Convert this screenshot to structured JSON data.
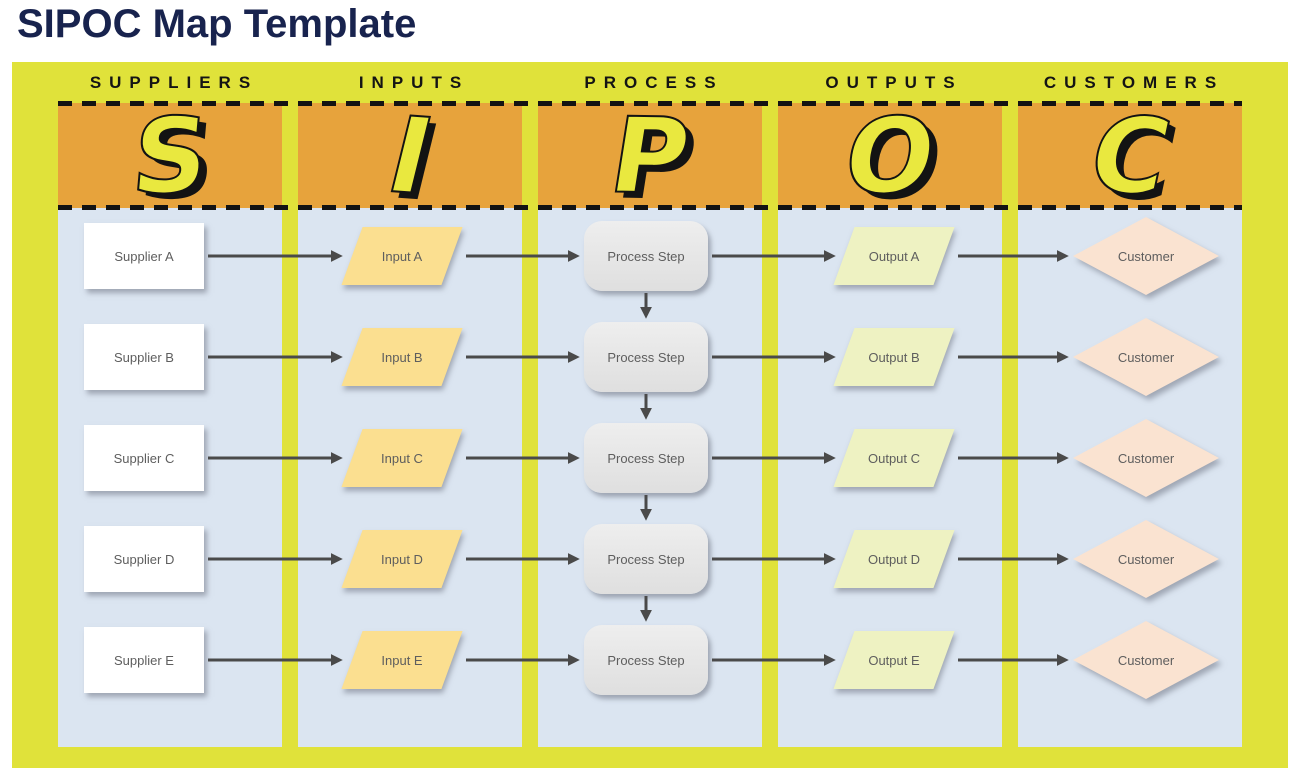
{
  "title": "SIPOC Map Template",
  "columns": [
    {
      "header": "SUPPLIERS",
      "letter": "S",
      "shape": "rectangle",
      "items": [
        "Supplier A",
        "Supplier B",
        "Supplier C",
        "Supplier D",
        "Supplier E"
      ]
    },
    {
      "header": "INPUTS",
      "letter": "I",
      "shape": "parallelogram",
      "items": [
        "Input A",
        "Input B",
        "Input C",
        "Input D",
        "Input E"
      ]
    },
    {
      "header": "PROCESS",
      "letter": "P",
      "shape": "rounded-rectangle",
      "items": [
        "Process Step",
        "Process Step",
        "Process Step",
        "Process Step",
        "Process Step"
      ]
    },
    {
      "header": "OUTPUTS",
      "letter": "O",
      "shape": "parallelogram",
      "items": [
        "Output A",
        "Output B",
        "Output C",
        "Output D",
        "Output E"
      ]
    },
    {
      "header": "CUSTOMERS",
      "letter": "C",
      "shape": "diamond",
      "items": [
        "Customer",
        "Customer",
        "Customer",
        "Customer",
        "Customer"
      ]
    }
  ],
  "colors": {
    "title_text": "#18234e",
    "board_yellow": "#e0e23a",
    "banner_orange": "#e7a33c",
    "panel_blue": "#dbe5f1",
    "supplier_fill": "#ffffff",
    "input_fill": "#fbdf90",
    "process_fill": "#e8e8e8",
    "output_fill": "#eef2c2",
    "customer_fill": "#fae3d1",
    "letter_fill": "#e9e83f",
    "letter_outline": "#131313",
    "dash_black": "#131313",
    "arrow_gray": "#4a4a4a"
  }
}
